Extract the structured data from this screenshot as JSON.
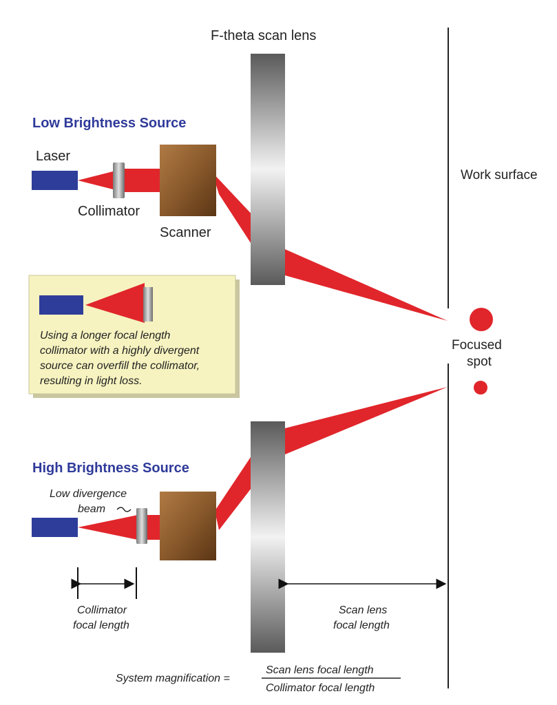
{
  "labels": {
    "lens_title": "F-theta scan lens",
    "low_header": "Low Brightness Source",
    "laser": "Laser",
    "collimator": "Collimator",
    "scanner": "Scanner",
    "work_surface": "Work surface",
    "focused_spot_1": "Focused",
    "focused_spot_2": "spot",
    "high_header": "High Brightness Source",
    "low_div_1": "Low divergence",
    "low_div_2": "beam",
    "coll_fl_1": "Collimator",
    "coll_fl_2": "focal length",
    "scan_fl_1": "Scan lens",
    "scan_fl_2": "focal length",
    "sys_mag": "System magnification =",
    "numerator": "Scan lens focal length",
    "denominator": "Collimator focal length"
  },
  "note": {
    "line1": "Using a longer focal length",
    "line2": "collimator with a highly divergent",
    "line3": "source can overfill the collimator,",
    "line4": "resulting in light loss."
  },
  "colors": {
    "beam": "#e0262b",
    "laser": "#2e3d9a",
    "scanner": "#8a5a2c",
    "header": "#2f3a9a",
    "note_bg": "#f6f3c0"
  }
}
